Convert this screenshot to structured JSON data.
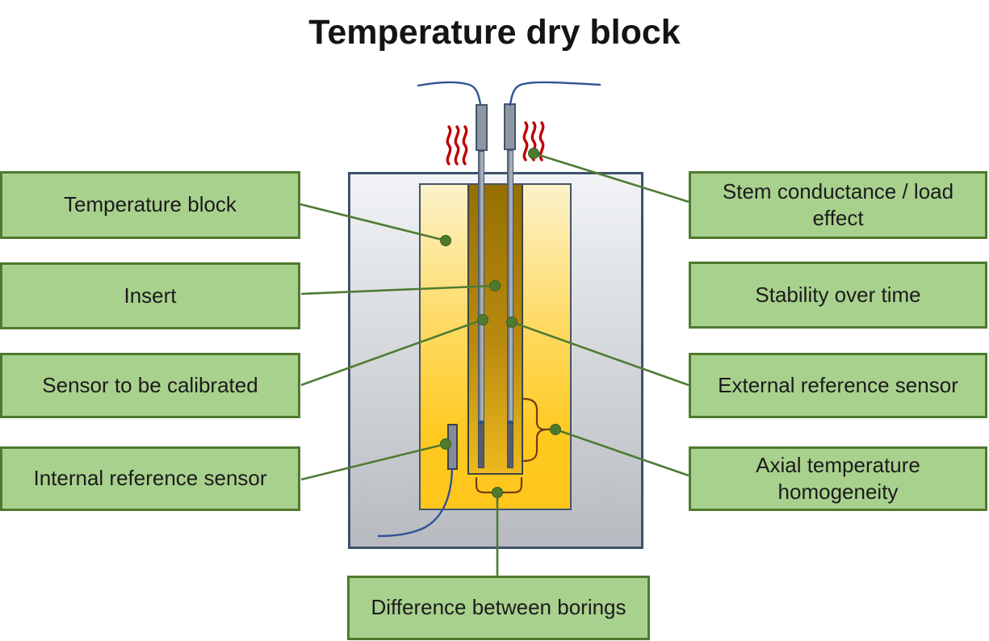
{
  "title": "Temperature dry block",
  "labels": {
    "left": [
      "Temperature block",
      "Insert",
      "Sensor to be calibrated",
      "Internal reference sensor"
    ],
    "right": [
      "Stem conductance / load\neffect",
      "Stability over time",
      "External reference sensor",
      "Axial temperature\nhomogeneity"
    ],
    "bottom": "Difference between borings"
  },
  "colors": {
    "label_fill": "#a9d18e",
    "label_border": "#4e7a2e",
    "connector_green": "#4f7b33",
    "heat_red": "#c00000",
    "wire_blue": "#2e5395",
    "block_border": "#3f516b",
    "block_gray_top": "#f1f3f6",
    "block_gray_bottom": "#b7bac0",
    "insert_gold_top": "#fcf2ca",
    "insert_gold_bottom": "#ffc61c",
    "channel_gold_top": "#966f02",
    "channel_gold_bottom": "#eeb91d",
    "probe_fill": "#8d97a4",
    "probe_border": "#44546a",
    "brace_brown": "#753c10"
  }
}
